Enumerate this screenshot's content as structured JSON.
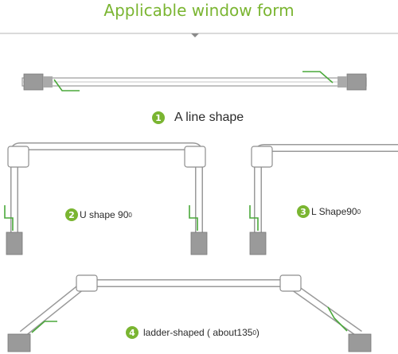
{
  "header": {
    "title": "Applicable window form"
  },
  "colors": {
    "accent": "#7ab531",
    "rail": "#9a9a9a",
    "bracket": "#8e8e8e"
  },
  "shapes": [
    {
      "number": "1",
      "label": "A line shape"
    },
    {
      "number": "2",
      "label": "U shape 90",
      "superscript": "0"
    },
    {
      "number": "3",
      "label": "L Shape90",
      "superscript": "0"
    },
    {
      "number": "4",
      "label": "ladder-shaped ( about135",
      "superscript": "0",
      "suffix": ")"
    }
  ],
  "icons": {
    "divider_marker": "triangle-down-icon"
  }
}
